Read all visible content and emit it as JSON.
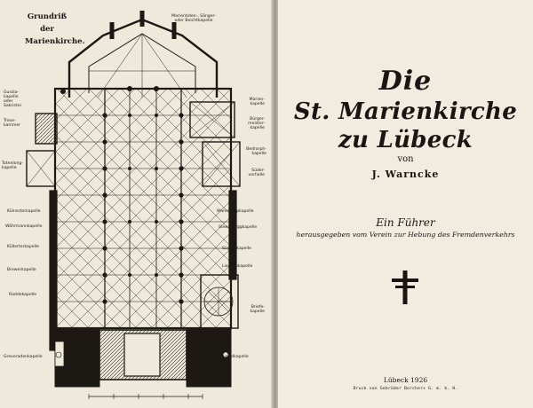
{
  "left_page": {
    "title_lines": [
      "Grundriß",
      "der",
      "Marienkirche."
    ],
    "labels": {
      "marientiden": "Marientiden-, Sänger-\noder Beichtkapelle",
      "gussla": "Gussla-\nkapelle\noder\nSakristei",
      "trese": "Trese-\nkammer",
      "totenlong": "Totenlong-\nkapelle",
      "marien_kap": "Marien-\nkapelle",
      "burger": "Bürger-\nmeister-\nkapelle",
      "bedrorph": "Bedrorph-\nkapelle",
      "suder": "Süder-\nvorhalle",
      "kulnertor": "Külnertorkapelle",
      "wohrmann": "Wöhrmannkapelle",
      "kullertor": "Küllertorkapelle",
      "brewer": "Brewerkapelle",
      "radde": "Raddekapelle",
      "greveraden": "Greveradenkapelle",
      "warendorp": "Warendorpkapelle",
      "steenberg": "Steenberggkapelle",
      "sugher": "Sügherkapelle",
      "liestein": "Liesteinkapelle",
      "briefe": "Briefe-\nkapelle",
      "schinkel": "Schinkelkapelle"
    }
  },
  "right_page": {
    "title_line1": "Die",
    "title_line2": "St. Marienkirche zu Lübeck",
    "by": "von",
    "author": "J. Warncke",
    "guide": "Ein Führer",
    "subtitle": "herausgegeben vom Verein zur Hebung des Fremdenverkehrs",
    "place_year": "Lübeck 1926",
    "printer": "Druck von Gebrüder Borchers G. m. b. H."
  },
  "colors": {
    "paper": "#f1ece0",
    "ink": "#181512",
    "plan_fill": "#efe9dc"
  },
  "icons": [
    "floor-plan-drawing",
    "cross-icon"
  ]
}
